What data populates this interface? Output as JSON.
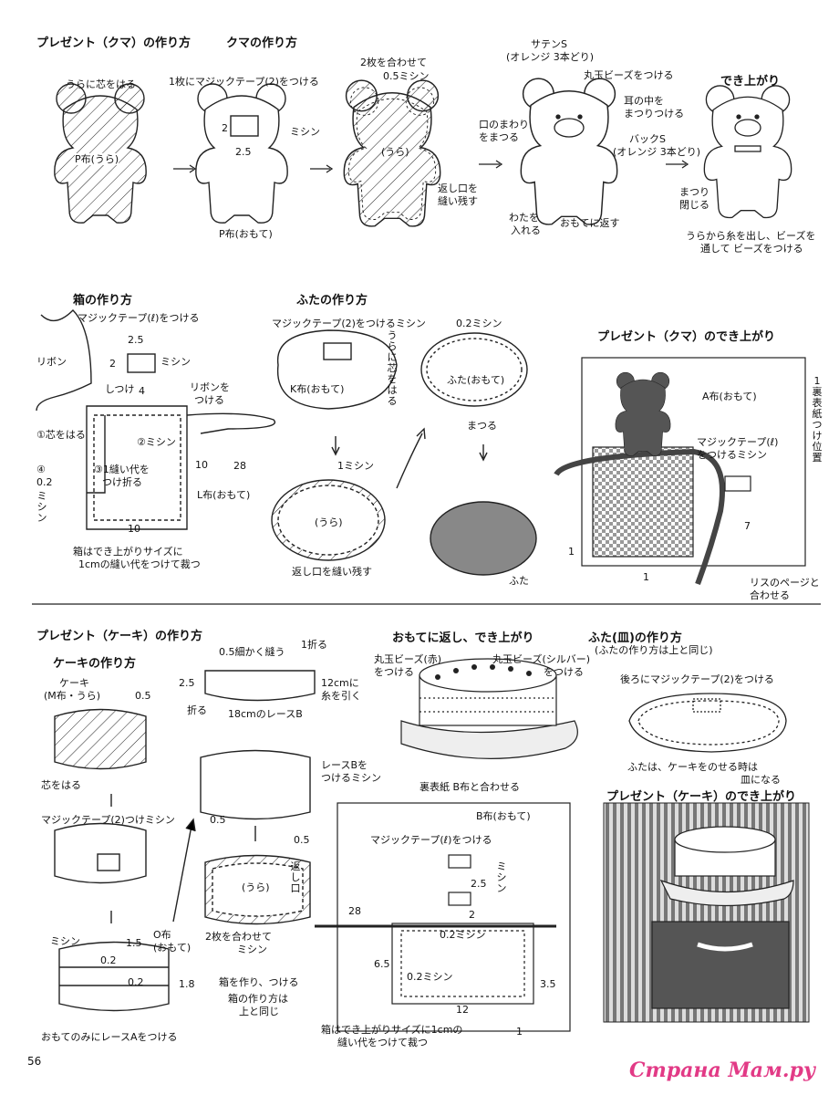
{
  "page_number": "56",
  "watermark": "Страна Мам.ру",
  "bear": {
    "section_title": "プレゼント（クマ）の作り方",
    "sub_title": "クマの作り方",
    "step1_top": "うらに芯をはる",
    "step1_fabric": "P布(うら)",
    "step2_top": "1枚にマジックテープ(2)をつける",
    "step2_num_left": "2",
    "step2_num_bottom": "2.5",
    "step2_machine": "ミシン",
    "step2_fabric": "P布(おもて)",
    "step3_top": "2枚を合わせて",
    "step3_top2": "0.5ミシン",
    "step3_fabric": "(うら)",
    "step3_return": "返し口を",
    "step3_return2": "縫い残す",
    "step4_satin": "サテンS",
    "step4_satin2": "(オレンジ 3本どり)",
    "step4_bead": "丸玉ビーズをつける",
    "step4_ear": "耳の中を",
    "step4_ear2": "まつりつける",
    "step4_mouth": "口のまわり",
    "step4_mouth2": "をまつる",
    "step4_back": "バックS",
    "step4_back2": "(オレンジ 3本どり)",
    "step4_cotton": "わたを",
    "step4_cotton2": "入れる",
    "step4_turn": "おもてに返す",
    "done_title": "でき上がり",
    "done_close": "まつり",
    "done_close2": "閉じる",
    "done_thread": "うらから糸を出し、ビーズを",
    "done_thread2": "通して ビーズをつける"
  },
  "box": {
    "title": "箱の作り方",
    "velcro": "マジックテープ(ℓ)をつける",
    "num_25": "2.5",
    "num_2": "2",
    "machine": "ミシン",
    "ribbon": "リボン",
    "basting": "しつけ",
    "num_4": "4",
    "ribbon_attach": "リボンを",
    "ribbon_attach2": "つける",
    "step1": "①芯をはる",
    "step2": "②ミシン",
    "step3": "③1縫い代を",
    "step3b": "つけ折る",
    "step4": "④",
    "num_02": "0.2",
    "machine_v": "ミシン",
    "num_10": "10",
    "num_28": "28",
    "fabric_L": "L布(おもて)",
    "num_10b": "10",
    "note": "箱はでき上がりサイズに",
    "note2": "1cmの縫い代をつけて裁つ"
  },
  "lid": {
    "title": "ふたの作り方",
    "velcro": "マジックテープ(2)をつけるミシン",
    "fabric_K": "K布(おもて)",
    "interface": "うらに芯をはる",
    "num_1": "1ミシン",
    "ura": "(うら)",
    "return": "返し口を縫い残す",
    "num_02": "0.2ミシン",
    "front": "ふた(おもて)",
    "close": "まつる",
    "label": "ふた"
  },
  "bear_done": {
    "title": "プレゼント（クマ）のでき上がり",
    "fabric_A": "A布(おもて)",
    "velcro": "マジックテープ(ℓ)",
    "velcro2": "をつけるミシン",
    "num_7": "7",
    "num_1a": "1",
    "num_1b": "1",
    "side": "1 裏表紙つけ位置",
    "wreath": "リスのページと",
    "wreath2": "合わせる"
  },
  "cake": {
    "section_title": "プレゼント（ケーキ）の作り方",
    "cake_title": "ケーキの作り方",
    "cake_label": "ケーキ",
    "cake_label2": "(M布・うら)",
    "num_05": "0.5",
    "interface": "芯をはる",
    "velcro": "マジックテープ(2)つけミシン",
    "machine": "ミシン",
    "num_15": "1.5",
    "O_fabric": "O布",
    "O_fabric2": "(おもて)",
    "num_02a": "0.2",
    "num_02b": "0.2",
    "num_18": "1.8",
    "lace_A": "おもてのみにレースAをつける",
    "lace_top": "0.5細かく縫う",
    "fold1": "1折る",
    "num_25": "2.5",
    "fold2": "折る",
    "lace_B_len": "18cmのレースB",
    "pull": "12cmに",
    "pull2": "糸を引く",
    "lace_B": "レースBを",
    "lace_B2": "つけるミシン",
    "num_05b": "0.5",
    "num_05c": "0.5",
    "ura": "(うら)",
    "return_v": "返し口",
    "two_together": "2枚を合わせて",
    "two_together2": "ミシン",
    "box": "箱を作り、つける",
    "box2": "箱の作り方は",
    "box3": "上と同じ",
    "done_title": "おもてに返し、でき上がり",
    "bead_red": "丸玉ビーズ(赤)",
    "bead_red2": "をつける",
    "bead_silver": "丸玉ビーズ(シルバー)",
    "bead_silver2": "をつける",
    "plate_title": "ふた(皿)の作り方",
    "plate_sub": "(ふたの作り方は上と同じ)",
    "plate_velcro": "後ろにマジックテープ(2)をつける",
    "plate_note": "ふたは、ケーキをのせる時は",
    "plate_note2": "皿になる",
    "back_cover": "裏表紙 B布と合わせる",
    "B_fabric": "B布(おもて)",
    "B_velcro": "マジックテープ(ℓ)をつける",
    "num_28": "28",
    "num_25b": "2.5",
    "machine_v": "ミシン",
    "num_2": "2",
    "num_02m": "0.2ミシン",
    "num_65": "6.5",
    "num_02m2": "0.2ミシン",
    "num_35": "3.5",
    "num_12": "12",
    "num_1": "1",
    "note": "箱はでき上がりサイズに1cmの",
    "note2": "縫い代をつけて裁つ",
    "done2_title": "プレゼント（ケーキ）のでき上がり"
  }
}
